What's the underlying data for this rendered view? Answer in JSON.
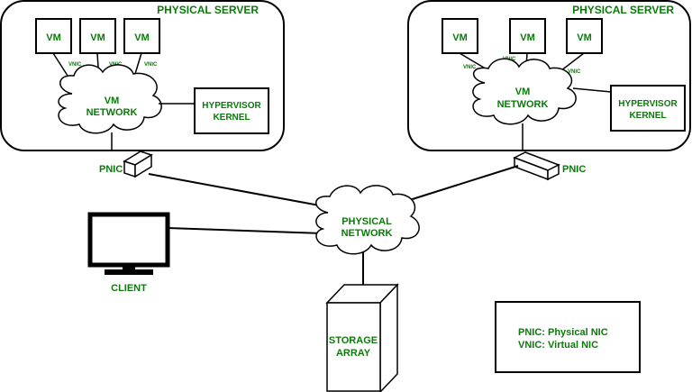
{
  "left_server": {
    "title": "PHYSICAL SERVER",
    "vm_labels": [
      "VM",
      "VM",
      "VM"
    ],
    "vnic_labels": [
      "VNIC",
      "VNIC",
      "VNIC"
    ],
    "network_line1": "VM",
    "network_line2": "NETWORK",
    "hypervisor_line1": "HYPERVISOR",
    "hypervisor_line2": "KERNEL",
    "pnic_label": "PNIC"
  },
  "right_server": {
    "title": "PHYSICAL SERVER",
    "vm_labels": [
      "VM",
      "VM",
      "VM"
    ],
    "vnic_labels": [
      "VNIC",
      "VNIC",
      "VNIC"
    ],
    "network_line1": "VM",
    "network_line2": "NETWORK",
    "hypervisor_line1": "HYPERVISOR",
    "hypervisor_line2": "KERNEL",
    "pnic_label": "PNIC"
  },
  "physical_network": {
    "line1": "PHYSICAL",
    "line2": "NETWORK"
  },
  "client": {
    "label": "CLIENT"
  },
  "storage": {
    "line1": "STORAGE",
    "line2": "ARRAY"
  },
  "legend": {
    "line1": "PNIC: Physical NIC",
    "line2": "VNIC: Virtual NIC"
  },
  "colors": {
    "label_green": "#0b7a0b",
    "stroke": "#000000"
  }
}
